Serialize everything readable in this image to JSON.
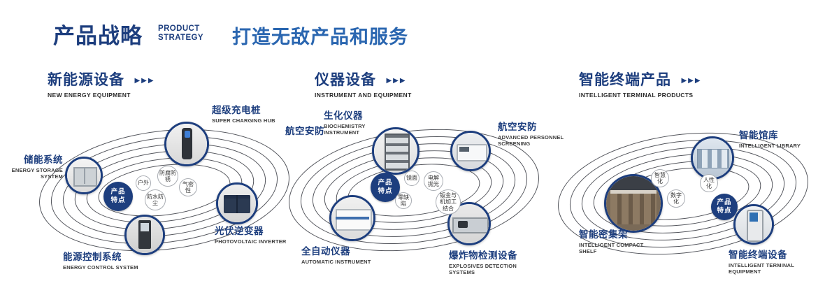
{
  "header": {
    "title_cn": "产品战略",
    "title_en_line1": "PRODUCT",
    "title_en_line2": "STRATEGY",
    "subtitle": "打造无敌产品和服务"
  },
  "arrow_glyph": "▶▶▶",
  "center_badge": {
    "line1": "产品",
    "line2": "特点"
  },
  "sections": [
    {
      "title_cn": "新能源设备",
      "title_en": "NEW ENERGY EQUIPMENT",
      "bubbles": [
        "户外",
        "防腐防锈",
        "气密性",
        "防水防尘"
      ],
      "products": [
        {
          "cn": "储能系统",
          "en": "ENERGY STORAGE SYSTEM"
        },
        {
          "cn": "超级充电桩",
          "en": "SUPER CHARGING HUB"
        },
        {
          "cn": "光伏逆变器",
          "en": "PHOTOVOLTAIC INVERTER"
        },
        {
          "cn": "能源控制系统",
          "en": "ENERGY CONTROL SYSTEM"
        }
      ]
    },
    {
      "title_cn": "仪器设备",
      "title_en": "INSTRUMENT AND EQUIPMENT",
      "side_label": "航空安防",
      "bubbles": [
        "镜面",
        "电解抛光",
        "零缺陷",
        "钣金与机加工结合"
      ],
      "products": [
        {
          "cn": "生化仪器",
          "en": "BIOCHEMISTRY INSTRUMENT"
        },
        {
          "cn": "航空安防",
          "en": "ADVANCED PERSONNEL SCREENING"
        },
        {
          "cn": "全自动仪器",
          "en": "AUTOMATIC INSTRUMENT"
        },
        {
          "cn": "爆炸物检测设备",
          "en": "EXPLOSIVES DETECTION SYSTEMS"
        }
      ]
    },
    {
      "title_cn": "智能终端产品",
      "title_en": "INTELLIGENT TERMINAL PRODUCTS",
      "bubbles": [
        "智慧化",
        "人性化",
        "数字化"
      ],
      "products": [
        {
          "cn": "智能馆库",
          "en": "INTELLIGENT LIBRARY"
        },
        {
          "cn": "智能密集架",
          "en": "INTELLIGENT COMPACT SHELF"
        },
        {
          "cn": "智能终端设备",
          "en": "INTELLIGENT TERMINAL EQUIPMENT"
        }
      ]
    }
  ],
  "colors": {
    "navy": "#1d3e7e",
    "blue": "#2a66b0",
    "orbit_line": "#53555c"
  }
}
